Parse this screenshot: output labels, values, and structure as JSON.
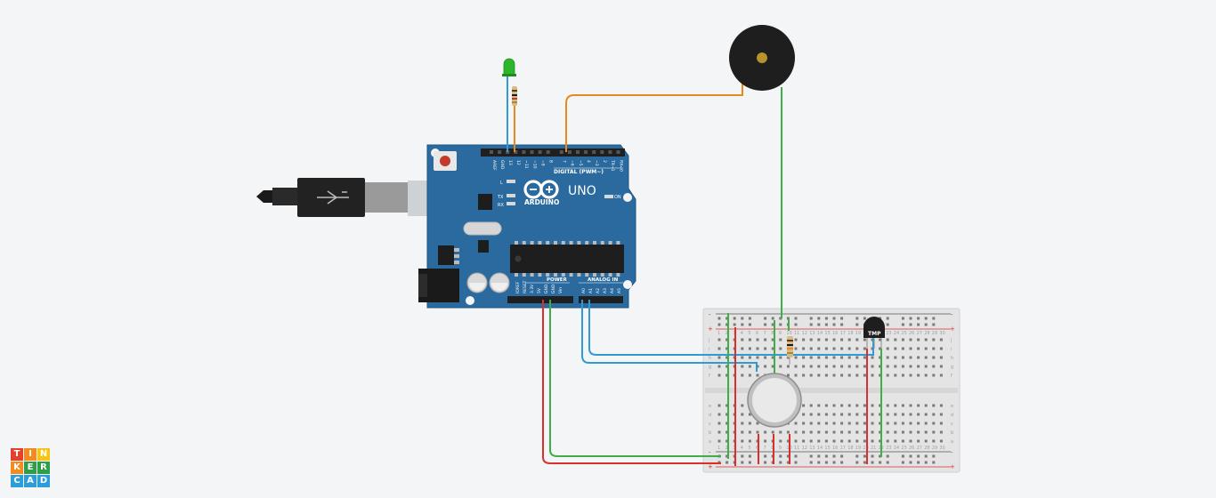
{
  "board": {
    "brand": "ARDUINO",
    "model": "UNO",
    "digital_header_label": "DIGITAL (PWM~)",
    "power_label": "POWER",
    "analog_label": "ANALOG IN",
    "on_label": "ON",
    "led_l": "L",
    "led_tx": "TX",
    "led_rx": "RX",
    "digital_pins": [
      "AREF",
      "GND",
      "13",
      "12",
      "~11",
      "~10",
      "~9",
      "8",
      "7",
      "~6",
      "~5",
      "4",
      "~3",
      "2",
      "TX→1",
      "RX←0"
    ],
    "power_pins": [
      "IOREF",
      "RESET",
      "3.3V",
      "5V",
      "GND",
      "GND",
      "Vin"
    ],
    "analog_pins": [
      "A0",
      "A1",
      "A2",
      "A3",
      "A4",
      "A5"
    ]
  },
  "sensor": {
    "label": "TMP"
  },
  "breadboard": {
    "rows_top": [
      "j",
      "i",
      "h",
      "g",
      "f"
    ],
    "rows_bottom": [
      "e",
      "d",
      "c",
      "b",
      "a"
    ],
    "columns": [
      "1",
      "2",
      "3",
      "4",
      "5",
      "6",
      "7",
      "8",
      "9",
      "10",
      "11",
      "12",
      "13",
      "14",
      "15",
      "16",
      "17",
      "18",
      "19",
      "20",
      "21",
      "22",
      "23",
      "24",
      "25",
      "26",
      "27",
      "28",
      "29",
      "30"
    ],
    "rail_plus": "+",
    "rail_minus": "-"
  },
  "logo": {
    "letters": [
      "T",
      "I",
      "N",
      "K",
      "E",
      "R",
      "C",
      "A",
      "D"
    ],
    "colors": [
      "#e2412e",
      "#f58b1f",
      "#f6c416",
      "#f58b1f",
      "#2d9f47",
      "#2d9f47",
      "#2b9dd8",
      "#2b9dd8",
      "#2b9dd8"
    ]
  },
  "colors": {
    "board": "#2a6a9e",
    "wire_orange": "#e8891e",
    "wire_blue": "#2f9bd6",
    "wire_green": "#3fae48",
    "wire_red": "#d9302c",
    "led": "#2db52d"
  }
}
